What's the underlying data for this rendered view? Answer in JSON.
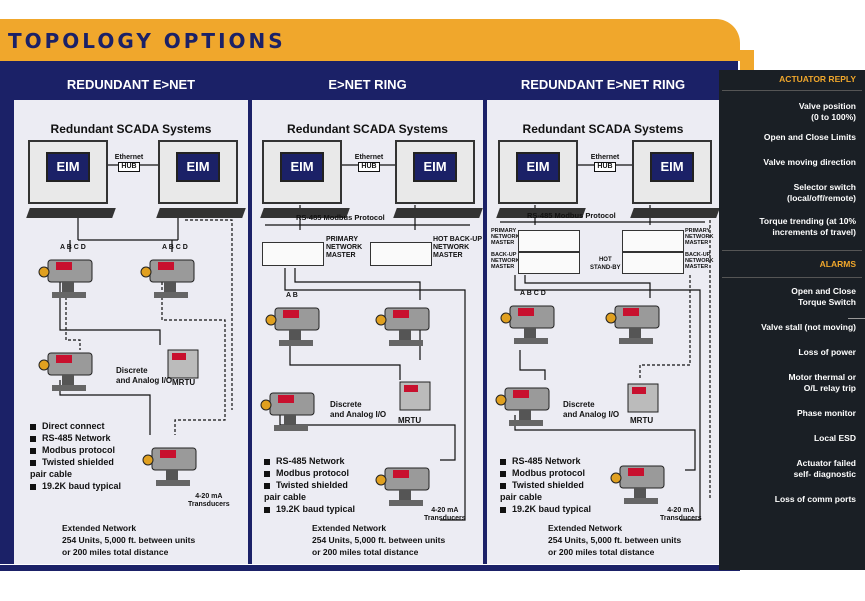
{
  "title": "TOPOLOGY OPTIONS",
  "columns": [
    {
      "heading": "REDUNDANT E>NET",
      "subtitle": "Redundant SCADA  Systems",
      "eim": "EIM",
      "ethernet_hub": "Ethernet",
      "hub": "HUB",
      "terminals": "A B C D",
      "discrete": "Discrete\nand Analog I/O",
      "mrtu": "MRTU",
      "transducers": "4-20 mA\nTransducers",
      "features": [
        "Direct connect",
        "RS-485 Network",
        "Modbus protocol",
        "Twisted shielded\npair cable",
        "19.2K baud typical"
      ],
      "extended_title": "Extended Network",
      "extended_line1": "254 Units, 5,000 ft. between units",
      "extended_line2": "or 200 miles total distance"
    },
    {
      "heading": "E>NET RING",
      "subtitle": "Redundant SCADA  Systems",
      "eim": "EIM",
      "ethernet_hub": "Ethernet",
      "hub": "HUB",
      "rs485": "RS-485 Modbus Protocol",
      "primary": "PRIMARY\nNETWORK\nMASTER",
      "backup": "HOT BACK-UP\nNETWORK\nMASTER",
      "terminals": "A B",
      "discrete": "Discrete\nand Analog I/O",
      "mrtu": "MRTU",
      "transducers": "4-20 mA\nTransducers",
      "features": [
        "RS-485 Network",
        "Modbus protocol",
        "Twisted shielded\npair cable",
        "19.2K baud typical"
      ],
      "extended_title": "Extended Network",
      "extended_line1": "254 Units, 5,000 ft. between units",
      "extended_line2": "or 200 miles total distance"
    },
    {
      "heading": "REDUNDANT E>NET RING",
      "subtitle": "Redundant SCADA  Systems",
      "eim": "EIM",
      "ethernet_hub": "Ethernet",
      "hub": "HUB",
      "rs485": "RS-485 Modbus Protocol",
      "primary": "PRIMARY\nNETWORK\nMASTER",
      "backup": "BACK-UP\nNETWORK\nMASTER",
      "primary_r": "PRIMARY\nNETWORK\nMASTER",
      "backup_r": "BACK-UP\nNETWORK\nMASTER",
      "hot": "HOT\nSTAND-BY",
      "terminals": "A B C D",
      "discrete": "Discrete\nand Analog I/O",
      "mrtu": "MRTU",
      "transducers": "4-20 mA\nTransducers",
      "features": [
        "RS-485 Network",
        "Modbus protocol",
        "Twisted shielded\npair cable",
        "19.2K baud typical"
      ],
      "extended_title": "Extended Network",
      "extended_line1": "254 Units, 5,000 ft. between units",
      "extended_line2": "or 200 miles total distance"
    }
  ],
  "side_panel": {
    "reply_heading": "ACTUATOR REPLY",
    "reply_items": [
      "Valve position\n(0 to 100%)",
      "Open and Close Limits",
      "Valve moving direction",
      "Selector switch\n(local/off/remote)",
      "Torque trending (at 10%\nincrements of travel)"
    ],
    "alarms_heading": "ALARMS",
    "alarm_items": [
      "Open and Close\nTorque Switch",
      "Valve stall (not moving)",
      "Loss of power",
      "Motor thermal or\nO/L relay trip",
      "Phase monitor",
      "Local ESD",
      "Actuator failed\nself- diagnostic",
      "Loss of comm ports"
    ]
  },
  "colors": {
    "gold": "#f0a72c",
    "navy": "#1b2167",
    "panel": "#1a1f25",
    "column_bg": "#ececf3"
  }
}
